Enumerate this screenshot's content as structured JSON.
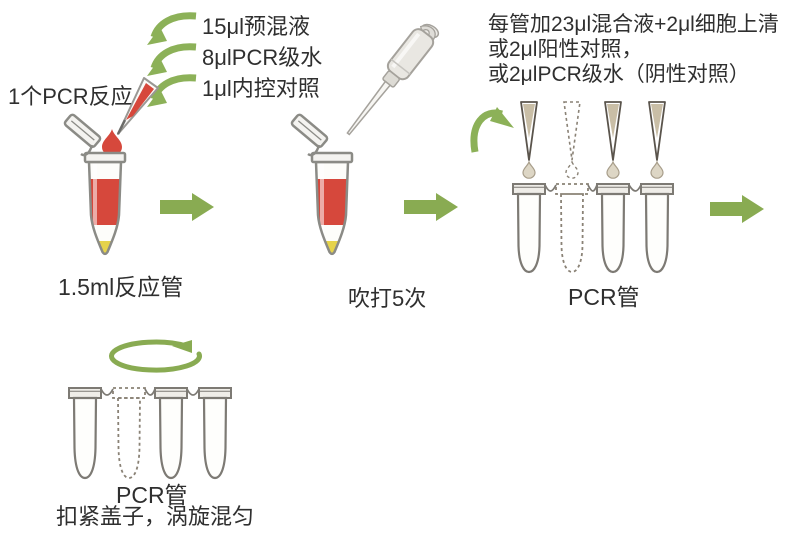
{
  "colors": {
    "arrow_green": "#89ab52",
    "swoosh_green": "#8cb158",
    "liquid_red": "#d6483c",
    "tip_yellow": "#e6d34b",
    "tube_outline": "#8b8b86",
    "strip_outline": "#7d7a74",
    "drop_tan": "#ddd6c5",
    "cone_tan": "#c9bea6",
    "text": "#2f2f2f"
  },
  "icons": {
    "flow_arrow": "block-arrow-right",
    "add_arrow": "curved-swoosh-arrow",
    "vortex_arrow": "elliptical-rotation-arrow",
    "tube": "microcentrifuge-tube",
    "pipette": "micropipette",
    "strip": "pcr-tube-strip"
  },
  "step1": {
    "reaction_label": "1个PCR反应",
    "reagents": [
      "15μl预混液",
      "8μlPCR级水",
      "1μl内控对照"
    ],
    "tube_label": "1.5ml反应管"
  },
  "step2": {
    "label": "吹打5次"
  },
  "step3": {
    "instruction_lines": [
      "每管加23μl混合液+2μl细胞上清",
      "或2μl阳性对照，",
      "或2μlPCR级水（阴性对照）"
    ],
    "label": "PCR管"
  },
  "step4": {
    "label": "PCR管",
    "instruction": "扣紧盖子，涡旋混匀"
  }
}
